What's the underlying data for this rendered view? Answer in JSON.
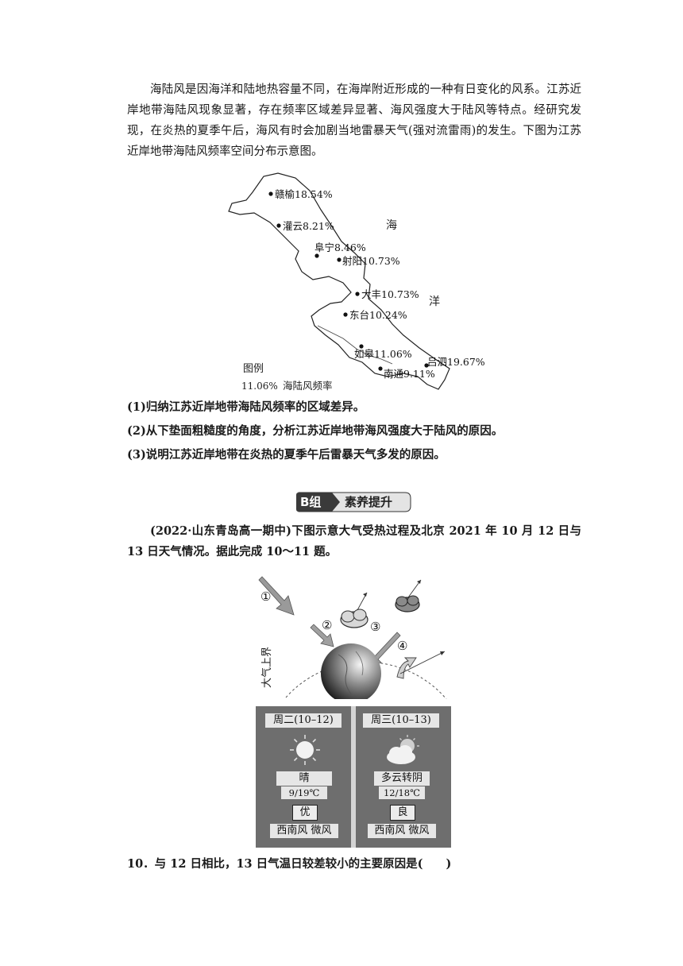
{
  "intro": {
    "paragraph": "海陆风是因海洋和陆地热容量不同，在海岸附近形成的一种有日变化的风系。江苏近岸地带海陆风现象显著，存在频率区域差异显著、海风强度大于陆风等特点。经研究发现，在炎热的夏季午后，海风有时会加剧当地雷暴天气(强对流雷雨)的发生。下图为江苏近岸地带海陆风频率空间分布示意图。"
  },
  "map": {
    "sea_char_1": "海",
    "sea_char_2": "洋",
    "legend_title": "图例",
    "legend_value": "11.06%",
    "legend_label": "海陆风频率",
    "stations": [
      {
        "name": "赣榆18.54%"
      },
      {
        "name": "灌云8.21%"
      },
      {
        "name": "阜宁8.46%"
      },
      {
        "name": "射阳10.73%"
      },
      {
        "name": "大丰10.73%"
      },
      {
        "name": "东台10.24%"
      },
      {
        "name": "如皋11.06%"
      },
      {
        "name": "吕泗19.67%"
      },
      {
        "name": "南通9.11%"
      }
    ]
  },
  "questions": [
    "(1)归纳江苏近岸地带海陆风频率的区域差异。",
    "(2)从下垫面粗糙度的角度，分析江苏近岸地带海风强度大于陆风的原因。",
    "(3)说明江苏近岸地带在炎热的夏季午后雷暴天气多发的原因。"
  ],
  "section": {
    "badge": "B组",
    "title": "素养提升"
  },
  "group_b": {
    "intro": "(2022·山东青岛高一期中)下图示意大气受热过程及北京 2021 年 10 月 12 日与 13 日天气情况。据此完成 10～11 题。"
  },
  "diagram": {
    "atmo_label": "大气上界",
    "labels": [
      "①",
      "②",
      "③",
      "④"
    ]
  },
  "weather": {
    "days": [
      {
        "date": "周二(10–12)",
        "condition": "晴",
        "temp": "9/19℃",
        "aqi": "优",
        "wind": "西南风 微风",
        "icon": "sun-icon"
      },
      {
        "date": "周三(10–13)",
        "condition": "多云转阴",
        "temp": "12/18℃",
        "aqi": "良",
        "wind": "西南风 微风",
        "icon": "cloud-sun-icon"
      }
    ]
  },
  "question_10": "10．与 12 日相比，13 日气温日较差较小的主要原因是(　　)"
}
